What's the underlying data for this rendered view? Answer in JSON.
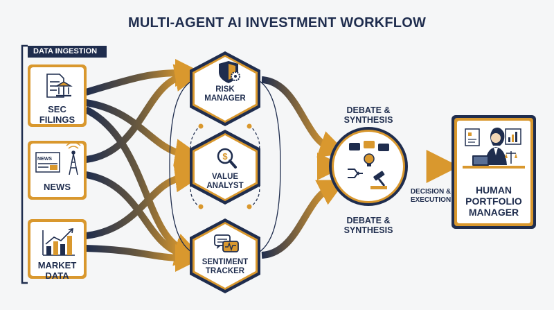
{
  "title": "MULTI-AGENT AI INVESTMENT WORKFLOW",
  "ingestion": {
    "label": "DATA INGESTION",
    "sources": [
      {
        "label": "SEC FILINGS",
        "icon": "document-bank-icon"
      },
      {
        "label": "NEWS",
        "icon": "newspaper-tower-icon"
      },
      {
        "label": "MARKET DATA",
        "icon": "bar-chart-icon"
      }
    ]
  },
  "agents": [
    {
      "label": "RISK\nMANAGER",
      "icon": "shield-gear-icon"
    },
    {
      "label": "VALUE\nANALYST",
      "icon": "magnifier-dollar-icon"
    },
    {
      "label": "SENTIMENT\nTRACKER",
      "icon": "chat-bubbles-icon"
    }
  ],
  "synthesis": {
    "label_top": "DEBATE &\nSYNTHESIS",
    "label_bottom": "DEBATE &\nSYNTHESIS",
    "icon": "debate-gavel-icon"
  },
  "decision": {
    "label": "DECISION &\nEXECUTION"
  },
  "human": {
    "label": "HUMAN\nPORTFOLIO\nMANAGER",
    "icon": "manager-at-desk-icon"
  },
  "colors": {
    "navy": "#1f2d4e",
    "gold": "#d9982e",
    "background": "#f5f6f7",
    "card": "#ffffff"
  }
}
